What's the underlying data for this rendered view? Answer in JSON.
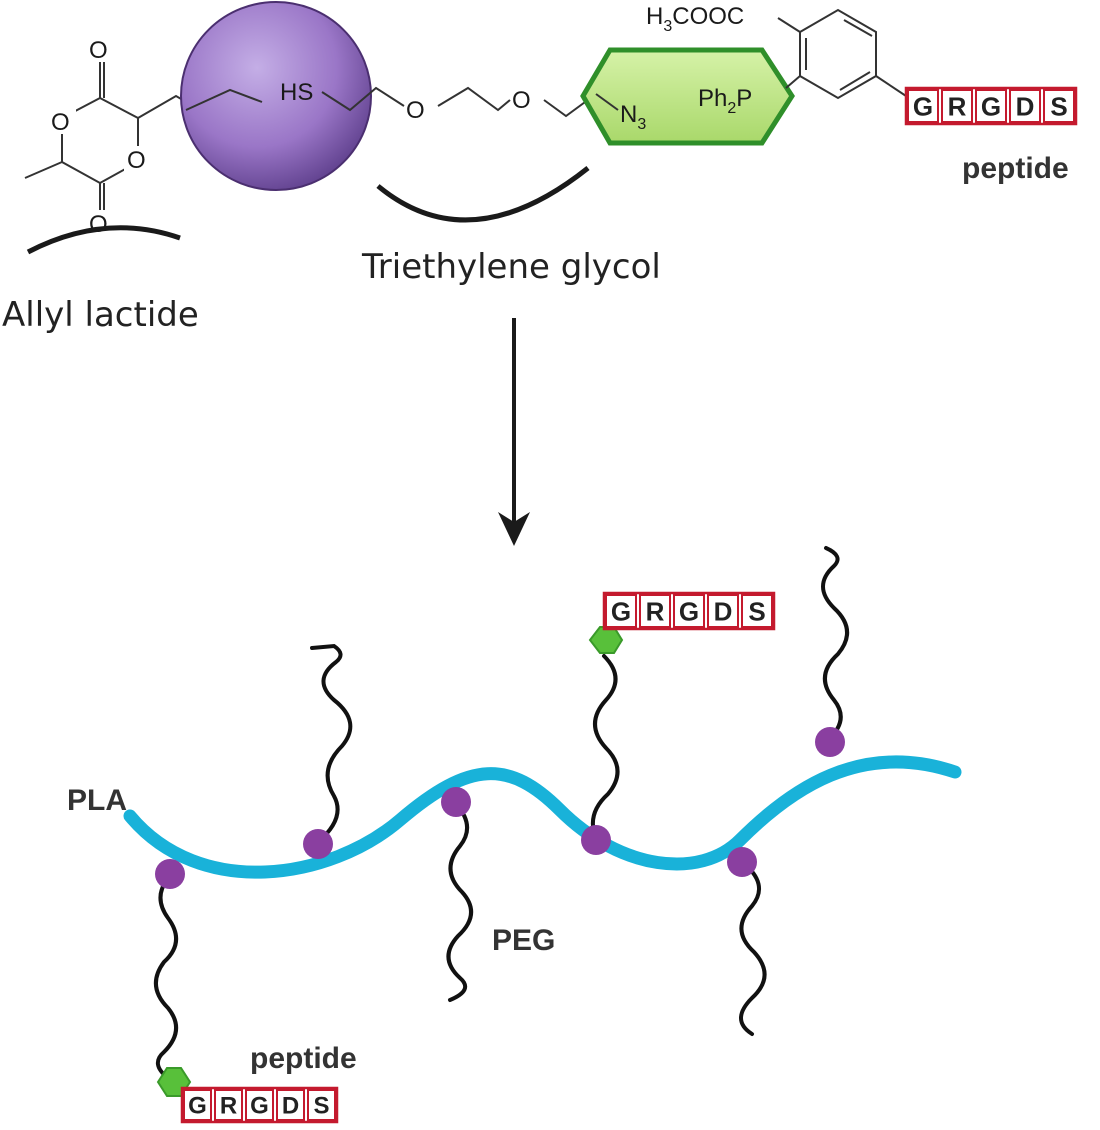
{
  "molecule": {
    "allyl_lactide_label": "Allyl lactide",
    "teg_label": "Triethylene glycol",
    "peptide_label": "peptide",
    "atoms": {
      "methyl_ester": "H3COOC",
      "thiol": "HS",
      "azide": "N3",
      "phosphine": "Ph2P",
      "oxygen": "O"
    },
    "peptide_letters": [
      "G",
      "R",
      "G",
      "D",
      "S"
    ]
  },
  "polymer": {
    "pla_label": "PLA",
    "peg_label": "PEG",
    "peptide_label": "peptide",
    "peptide_letters": [
      "G",
      "R",
      "G",
      "D",
      "S"
    ]
  },
  "colors": {
    "backbone": "#19b2d9",
    "node": "#8a3fa0",
    "oval": "#9a76c7",
    "linker": "#58c03a",
    "hexagon_fill": "#b6e07e",
    "hexagon_stroke": "#3a9a2a",
    "peptide_box": "#c41a2e"
  }
}
